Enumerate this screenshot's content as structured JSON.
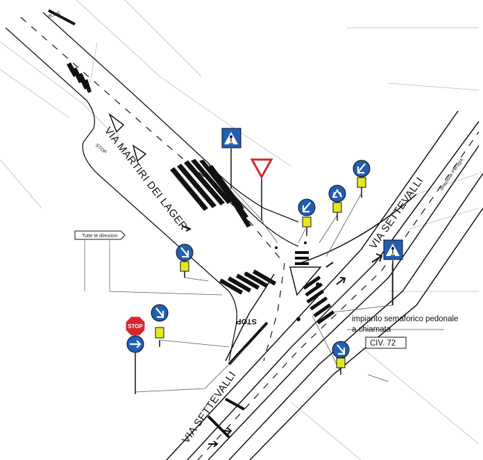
{
  "roads": {
    "main_road_upper": "VIA SETTEVALLI",
    "main_road_lower": "VIA SETTEVALLI",
    "side_road": "VIA MARTIRI DEI LAGER"
  },
  "annotations": {
    "direction_sign_text": "Tutte le direzioni",
    "direction_perugia": "direzione Perugia",
    "pedestrian_light_line1": "impianto semaforico pedonale",
    "pedestrian_light_line2": "a chiamata",
    "civic_number": "CIV. 72"
  },
  "road_markings": {
    "stop_text": "STOP"
  },
  "signs": {
    "stop_sign_text": "STOP"
  },
  "colors": {
    "sign_blue": "#1f5fb4",
    "sign_red": "#d6262b",
    "plate_yellow": "#e6e61e",
    "line_black": "#111111"
  }
}
